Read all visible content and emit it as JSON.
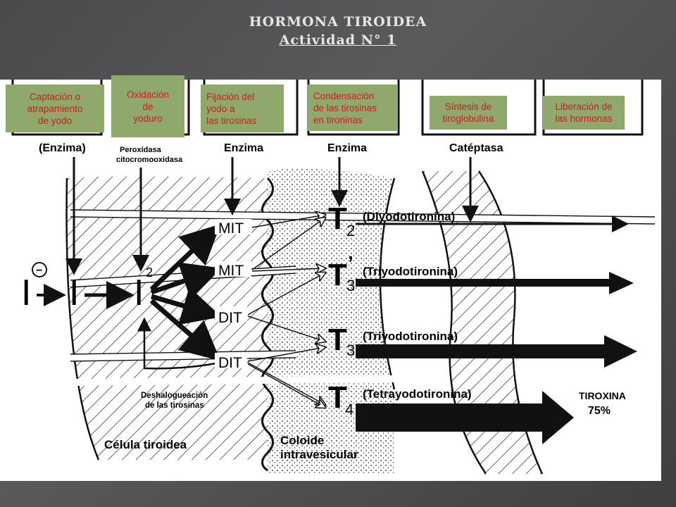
{
  "title": {
    "line1": "HORMONA TIROIDEA",
    "line2": "Actividad N° 1"
  },
  "steps": [
    {
      "id": "captacion",
      "label": "Captación o\natrapamiento\nde yodo"
    },
    {
      "id": "oxidacion",
      "label": "Oxidación\nde\nyoduro"
    },
    {
      "id": "fijacion",
      "label": "Fijación del\nyodo a\n las tirosinas"
    },
    {
      "id": "condensacion",
      "label": "Condensación\nde las tirosinas\nen tironinas"
    },
    {
      "id": "sintesis",
      "label": "Síntesis de\ntiroglobulina"
    },
    {
      "id": "liberacion",
      "label": "Liberación de\nlas hormonas"
    }
  ],
  "enzymes": {
    "e1": "(Enzima)",
    "e2a": "Peroxidasa",
    "e2b": "citocromooxidasa",
    "e3": "Enzima",
    "e4": "Enzima",
    "e5": "Catéptasa"
  },
  "species": {
    "iodide_in": "I",
    "minus": "−",
    "iodide_cell": "I",
    "iodine": "I",
    "iodine_sub": "2",
    "mit1": "MIT",
    "mit2": "MIT",
    "dit1": "DIT",
    "dit2": "DIT"
  },
  "hormones": [
    {
      "symbol": "T",
      "sub": "2",
      "prime": "",
      "name": "(Diyodotironina)"
    },
    {
      "symbol": "T",
      "sub": "3",
      "prime": "’",
      "name": "(Triyodotironina)"
    },
    {
      "symbol": "T",
      "sub": "3",
      "prime": "",
      "name": "(Triyodotironina)"
    },
    {
      "symbol": "T",
      "sub": "4",
      "prime": "",
      "name": "(Tetrayodotironina)"
    }
  ],
  "annotations": {
    "deshalo1": "Deshalogueación",
    "deshalo2": "de las tirosinas",
    "celula": "Célula tiroidea",
    "coloide1": "Coloide",
    "coloide2": "intravesicular",
    "tiroxina1": "TIROXINA",
    "tiroxina2": "75%"
  },
  "colors": {
    "step_bg": "#8ea96b",
    "step_text": "#d21a1a",
    "slide_bg": "#4f4f51",
    "title": "#e6e6e6"
  }
}
